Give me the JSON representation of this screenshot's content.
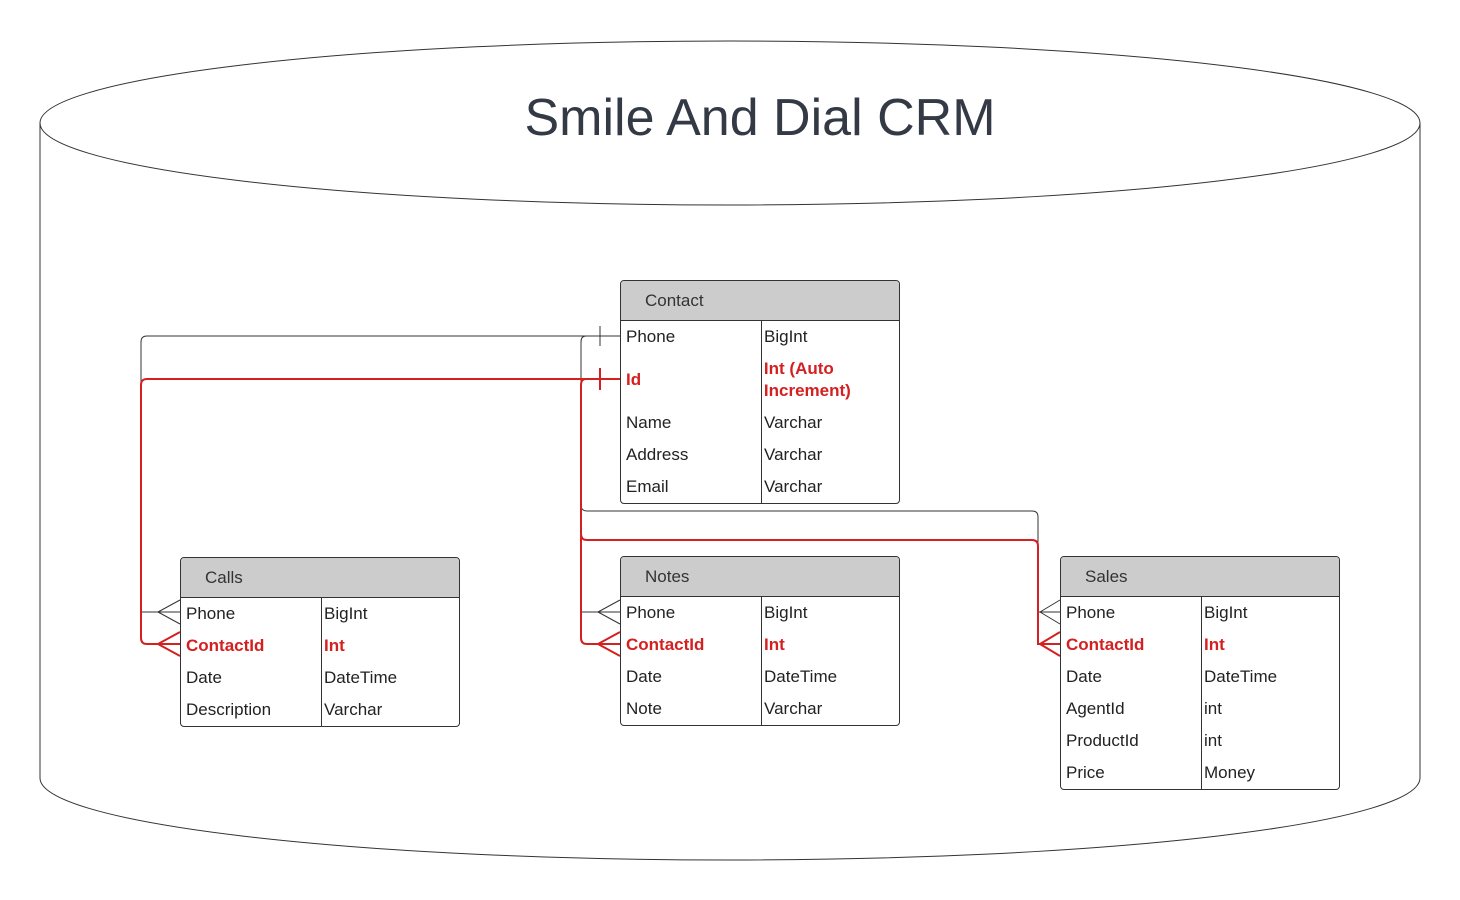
{
  "title": "Smile And Dial CRM",
  "colors": {
    "key": "#d42020",
    "line": "#333333",
    "header": "#cccccc"
  },
  "entities": {
    "contact": {
      "name": "Contact",
      "fields": [
        {
          "name": "Phone",
          "type": "BigInt",
          "key": false
        },
        {
          "name": "Id",
          "type": "Int (Auto Increment)",
          "key": true
        },
        {
          "name": "Name",
          "type": "Varchar",
          "key": false
        },
        {
          "name": "Address",
          "type": "Varchar",
          "key": false
        },
        {
          "name": "Email",
          "type": "Varchar",
          "key": false
        }
      ]
    },
    "calls": {
      "name": "Calls",
      "fields": [
        {
          "name": "Phone",
          "type": "BigInt",
          "key": false
        },
        {
          "name": "ContactId",
          "type": "Int",
          "key": true
        },
        {
          "name": "Date",
          "type": "DateTime",
          "key": false
        },
        {
          "name": "Description",
          "type": "Varchar",
          "key": false
        }
      ]
    },
    "notes": {
      "name": "Notes",
      "fields": [
        {
          "name": "Phone",
          "type": "BigInt",
          "key": false
        },
        {
          "name": "ContactId",
          "type": "Int",
          "key": true
        },
        {
          "name": "Date",
          "type": "DateTime",
          "key": false
        },
        {
          "name": "Note",
          "type": "Varchar",
          "key": false
        }
      ]
    },
    "sales": {
      "name": "Sales",
      "fields": [
        {
          "name": "Phone",
          "type": "BigInt",
          "key": false
        },
        {
          "name": "ContactId",
          "type": "Int",
          "key": true
        },
        {
          "name": "Date",
          "type": "DateTime",
          "key": false
        },
        {
          "name": "AgentId",
          "type": "int",
          "key": false
        },
        {
          "name": "ProductId",
          "type": "int",
          "key": false
        },
        {
          "name": "Price",
          "type": "Money",
          "key": false
        }
      ]
    }
  }
}
